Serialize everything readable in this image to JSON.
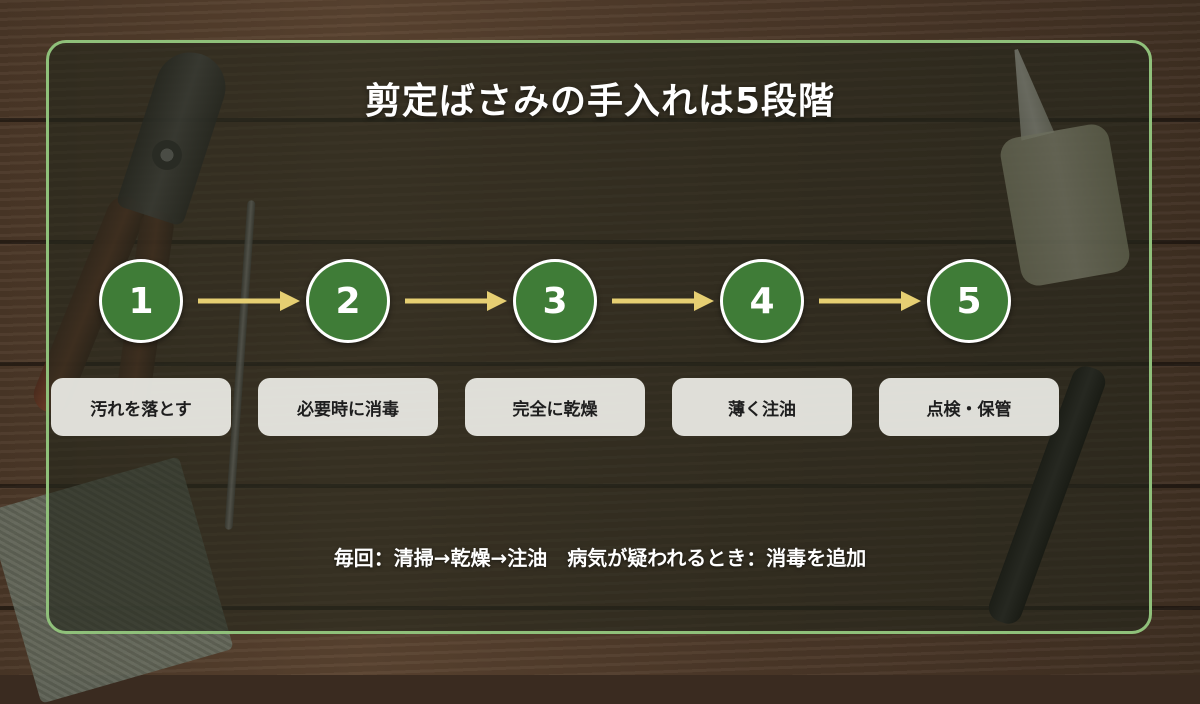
{
  "title": "剪定ばさみの手入れは5段階",
  "colors": {
    "panel_border": "#8fc07a",
    "circle_fill": "#3f7c37",
    "arrow": "#e6cf72",
    "label_bg": "#eeeee8"
  },
  "steps": [
    {
      "number": "1",
      "label": "汚れを落とす"
    },
    {
      "number": "2",
      "label": "必要時に消毒"
    },
    {
      "number": "3",
      "label": "完全に乾燥"
    },
    {
      "number": "4",
      "label": "薄く注油"
    },
    {
      "number": "5",
      "label": "点検・保管"
    }
  ],
  "note": "毎回：清掃→乾燥→注油　病気が疑われるとき：消毒を追加"
}
